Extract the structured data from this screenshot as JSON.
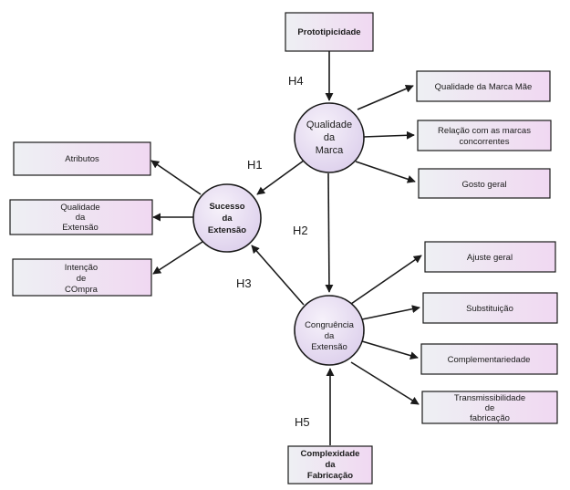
{
  "indicators": {
    "prototipicidade": "Prototipicidade",
    "qualidade_marca_mae": "Qualidade da Marca Mãe",
    "relacao_marcas_1": "Relação com as marcas",
    "relacao_marcas_2": "concorrentes",
    "gosto_geral": "Gosto geral",
    "atributos": "Atributos",
    "qualidade_extensao_1": "Qualidade",
    "qualidade_extensao_2": "da",
    "qualidade_extensao_3": "Extensão",
    "intencao_compra_1": "Intenção",
    "intencao_compra_2": "de",
    "intencao_compra_3": "COmpra",
    "ajuste_geral": "Ajuste geral",
    "substituicao": "Substituição",
    "complementariedade": "Complementariedade",
    "transmissibilidade_1": "Transmissibilidade",
    "transmissibilidade_2": "de",
    "transmissibilidade_3": "fabricação",
    "complexidade_1": "Complexidade",
    "complexidade_2": "da",
    "complexidade_3": "Fabricação"
  },
  "constructs": {
    "qualidade_marca_1": "Qualidade",
    "qualidade_marca_2": "da",
    "qualidade_marca_3": "Marca",
    "sucesso_1": "Sucesso",
    "sucesso_2": "da",
    "sucesso_3": "Extensão",
    "congruencia_1": "Congruência",
    "congruencia_2": "da",
    "congruencia_3": "Extensão"
  },
  "hypotheses": {
    "h1": "H1",
    "h2": "H2",
    "h3": "H3",
    "h4": "H4",
    "h5": "H5"
  },
  "colors": {
    "node_fill": "#e8e0f2",
    "box_fill_left": "#eceef2",
    "box_fill_right": "#f0dcf0",
    "stroke": "#1a1a1a"
  }
}
